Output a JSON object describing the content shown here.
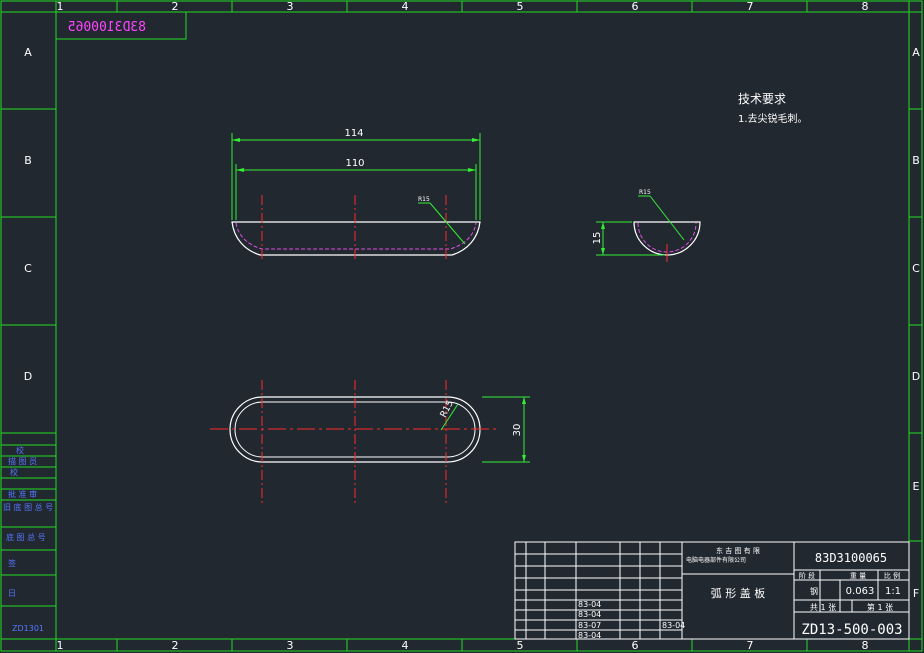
{
  "colors": {
    "background": "#212830",
    "frame": "#22dd22",
    "outline": "#ffffff",
    "hidden_line": "#e050e0",
    "center_line": "#ff2a2a",
    "dimension": "#33ee33",
    "mirrored_number": "#ff44ff"
  },
  "frame": {
    "column_labels": [
      "1",
      "2",
      "3",
      "4",
      "5",
      "6",
      "7",
      "8"
    ],
    "row_labels": [
      "A",
      "B",
      "C",
      "D",
      "E",
      "F"
    ],
    "mirrored_number": "83D3100065"
  },
  "notes": {
    "title": "技术要求",
    "item1": "1.去尖锐毛刺。"
  },
  "dimensions": {
    "overall_length": "114",
    "inner_length": "110",
    "radius_front": "R15",
    "radius_side": "R15",
    "height": "15",
    "radius_top": "R15",
    "width": "30"
  },
  "title_block": {
    "drawing_number": "83D3100065",
    "part_name": "弧 形 盖 板",
    "company_line1": "东 吉 图 有 限",
    "company_line2": "电脑电器部件有限公司",
    "weight_header": "重 量",
    "scale_header": "比 例",
    "stage_header": "阶 段",
    "weight": "0.063",
    "scale": "1:1",
    "sheet_total": "共 1 张",
    "sheet_no": "第 1 张",
    "material_symbol": "钢",
    "date1": "83-04",
    "date2": "83-04",
    "date3": "83-07",
    "date4": "83-04",
    "date5": "83-04",
    "code": "ZD13-500-003"
  },
  "left_panel": {
    "label1": "校",
    "label2": "描 图 员",
    "label3": "校",
    "label4": "批 准 审",
    "label5": "旧 底 图 总 号",
    "label6": "底 图 总 号",
    "label7": "签",
    "label8": "日",
    "stamp": "ZD1301"
  }
}
